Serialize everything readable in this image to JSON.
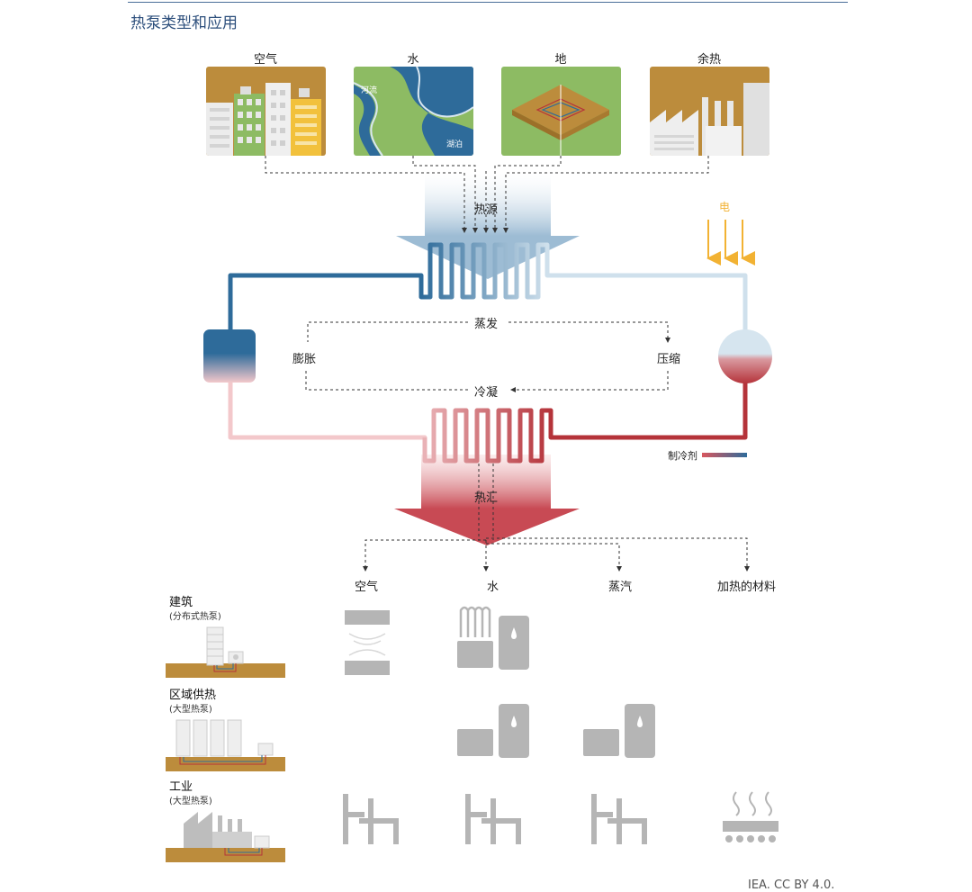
{
  "title": "热泵类型和应用",
  "sources": [
    {
      "label": "空气",
      "icon": "air-source-icon"
    },
    {
      "label": "水",
      "icon": "water-source-icon",
      "tile_labels": [
        "河流",
        "湖泊"
      ]
    },
    {
      "label": "地",
      "icon": "ground-source-icon"
    },
    {
      "label": "余热",
      "icon": "waste-heat-icon"
    }
  ],
  "cycle": {
    "heat_source": "热源",
    "evaporation": "蒸发",
    "expansion": "膨胀",
    "compression": "压缩",
    "condensation": "冷凝",
    "electricity": "电",
    "refrigerant": "制冷剂",
    "heat_sink": "热汇"
  },
  "outputs": [
    "空气",
    "水",
    "蒸汽",
    "加热的材料"
  ],
  "applications": [
    {
      "name": "建筑",
      "note": "(分布式热泵)"
    },
    {
      "name": "区域供热",
      "note": "(大型热泵)"
    },
    {
      "name": "工业",
      "note": "(大型热泵)"
    }
  ],
  "colors": {
    "cold": "#2e6b9a",
    "hot": "#b5333a",
    "ground": "#b8893a",
    "electric": "#f2b233",
    "icon_gray": "#b5b5b5"
  },
  "footer": "IEA. CC BY 4.0."
}
